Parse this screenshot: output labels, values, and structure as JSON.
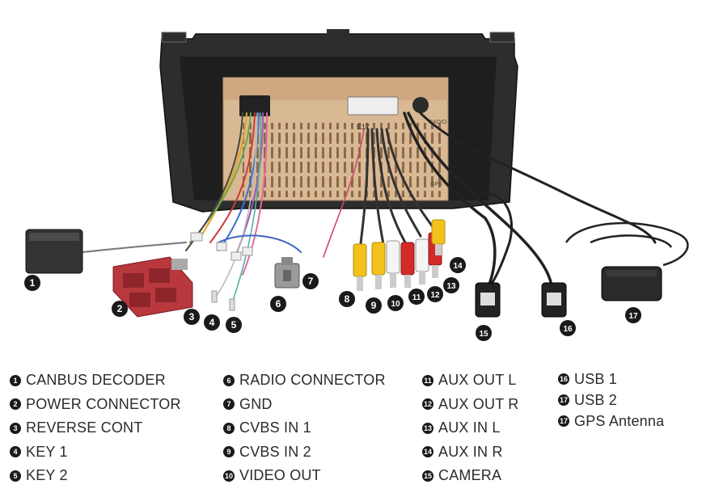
{
  "device": {
    "panel_text": {
      "radio": "RADIO",
      "gps": "GPS",
      "code": "E17"
    }
  },
  "callouts": [
    "1",
    "2",
    "3",
    "4",
    "5",
    "6",
    "7",
    "8",
    "9",
    "10",
    "11",
    "12",
    "13",
    "14",
    "15",
    "16",
    "17"
  ],
  "legend": {
    "columns": [
      [
        {
          "num": "1",
          "label": "CANBUS  DECODER"
        },
        {
          "num": "2",
          "label": "POWER CONNECTOR"
        },
        {
          "num": "3",
          "label": "REVERSE CONT"
        },
        {
          "num": "4",
          "label": "KEY 1"
        },
        {
          "num": "5",
          "label": "KEY 2"
        }
      ],
      [
        {
          "num": "6",
          "label": "RADIO CONNECTOR"
        },
        {
          "num": "7",
          "label": "GND"
        },
        {
          "num": "8",
          "label": "CVBS IN 1"
        },
        {
          "num": "9",
          "label": "CVBS IN 2"
        },
        {
          "num": "10",
          "label": "VIDEO OUT"
        }
      ],
      [
        {
          "num": "11",
          "label": "AUX OUT L"
        },
        {
          "num": "12",
          "label": "AUX OUT R"
        },
        {
          "num": "13",
          "label": "AUX IN L"
        },
        {
          "num": "14",
          "label": "AUX IN R"
        },
        {
          "num": "15",
          "label": "CAMERA"
        }
      ],
      [
        {
          "num": "16",
          "label": "USB 1"
        },
        {
          "num": "17",
          "label": "USB 2"
        },
        {
          "num": "17",
          "label": "GPS Antenna"
        }
      ]
    ]
  },
  "colors": {
    "frame": "#2a2a2a",
    "board": "#d9b894",
    "canbus_box": "#333333",
    "power_connector": "#b8383e",
    "rca_yellow": "#f2c21a",
    "rca_white": "#f4f4f4",
    "rca_red": "#d42a2a",
    "callout": "#1a1a1a"
  },
  "icons": [
    "canbus-decoder-icon",
    "power-connector-icon",
    "radio-connector-icon",
    "rca-plug-icon",
    "usb-connector-icon",
    "gps-antenna-icon"
  ]
}
